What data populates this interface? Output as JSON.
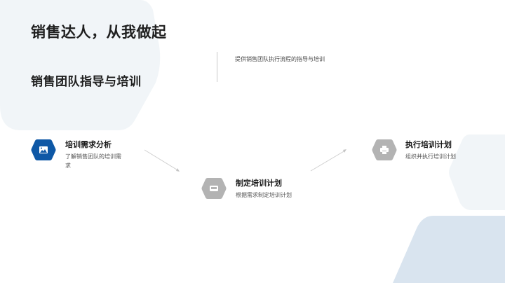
{
  "slide": {
    "title": "销售达人，从我做起",
    "subtitle": "销售团队指导与培训",
    "description": "提供销售团队执行流程的指导与培训"
  },
  "steps": [
    {
      "title": "培训需求分析",
      "desc": "了解销售团队的培训需求",
      "icon": "image-icon",
      "color": "#0e58a6"
    },
    {
      "title": "制定培训计划",
      "desc": "根据需求制定培训计划",
      "icon": "sofa-icon",
      "color": "#b3b3b3"
    },
    {
      "title": "执行培训计划",
      "desc": "组织并执行培训计划",
      "icon": "printer-icon",
      "color": "#b3b3b3"
    }
  ],
  "colors": {
    "accent": "#0e58a6",
    "muted_icon": "#b3b3b3",
    "bg_shape_light": "#f1f5f8",
    "bg_shape_blue": "#d9e4ef"
  }
}
